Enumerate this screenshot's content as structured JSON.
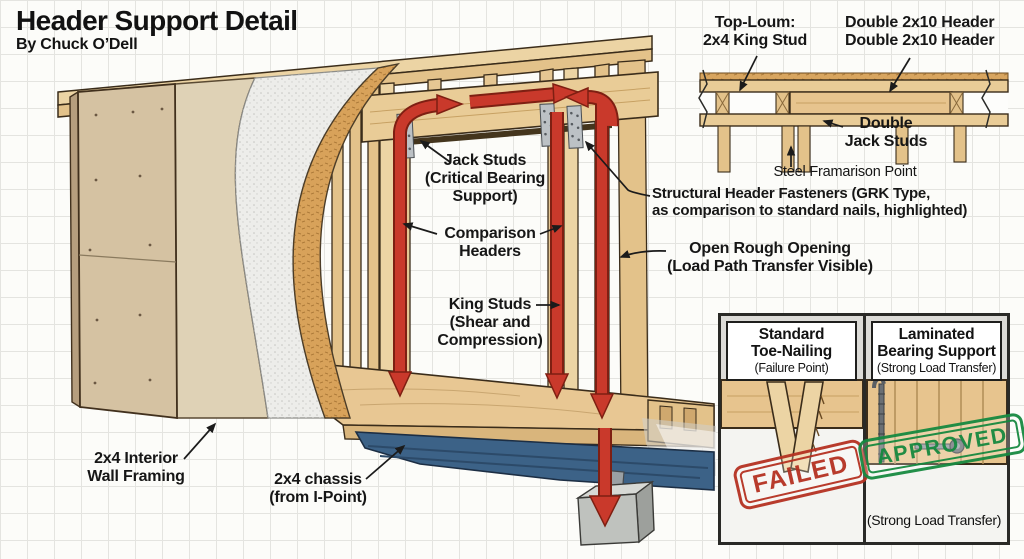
{
  "title": {
    "heading": "Header Support Detail",
    "byline": "By Chuck O’Dell"
  },
  "main": {
    "labels": {
      "jack_studs": [
        "Jack Studs",
        "(Critical Bearing",
        "Support)"
      ],
      "comparison_headers": [
        "Comparison",
        "Headers"
      ],
      "king_studs": [
        "King Studs",
        "(Shear and",
        "Compression)"
      ],
      "structural_fasteners": [
        "Structural Header Fasteners (GRK Type,",
        "as comparison to standard nails, highlighted)"
      ],
      "open_rough_opening": [
        "Open Rough Opening",
        "(Load Path Transfer Visible)"
      ],
      "interior_wall": [
        "2x4 Interior",
        "Wall Framing"
      ],
      "chassis": [
        "2x4 chassis",
        "(from I-Point)"
      ]
    }
  },
  "top_inset": {
    "top_loum": "Top-Loum:",
    "king_stud": "2x4 King Stud",
    "double_header_1": "Double 2x10 Header",
    "double_header_2": "Double 2x10 Header",
    "double_jack_studs": [
      "Double",
      "Jack Studs"
    ],
    "steel_point": "Steel Framarison Point"
  },
  "comparison_panel": {
    "left": {
      "title": [
        "Standard",
        "Toe-Nailing",
        "(Failure Point)"
      ],
      "stamp": "FAILED"
    },
    "right": {
      "title": [
        "Laminated",
        "Bearing Support",
        "(Strong Load Transfer)"
      ],
      "stamp": "APPROVED",
      "caption": "(Strong Load Transfer)"
    }
  },
  "colors": {
    "load_path_red": "#c9392b",
    "failed_red": "#b53222",
    "approved_green": "#178a41",
    "steel_blue": "#3c6287",
    "wood_light": "#ecd4a4",
    "metal_gray": "#bcc1c5",
    "grid_line": "#e4e4e0"
  }
}
